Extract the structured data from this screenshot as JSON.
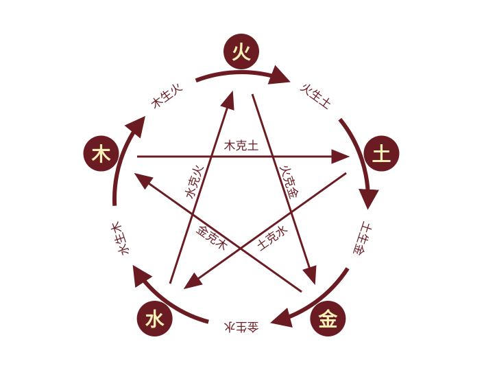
{
  "colors": {
    "primary": "#6b1c22",
    "node_text": "#fbf0b8",
    "background": "#ffffff"
  },
  "elements": [
    {
      "id": "fire",
      "label": "火"
    },
    {
      "id": "earth",
      "label": "土"
    },
    {
      "id": "metal",
      "label": "金"
    },
    {
      "id": "water",
      "label": "水"
    },
    {
      "id": "wood",
      "label": "木"
    }
  ],
  "generating": [
    {
      "from": "fire",
      "to": "earth",
      "label": "火生土"
    },
    {
      "from": "earth",
      "to": "metal",
      "label": "土生金"
    },
    {
      "from": "metal",
      "to": "water",
      "label": "金生水"
    },
    {
      "from": "water",
      "to": "wood",
      "label": "水生木"
    },
    {
      "from": "wood",
      "to": "fire",
      "label": "木生火"
    }
  ],
  "overcoming": [
    {
      "from": "wood",
      "to": "earth",
      "label": "木克土"
    },
    {
      "from": "earth",
      "to": "water",
      "label": "土克水"
    },
    {
      "from": "water",
      "to": "fire",
      "label": "水克火"
    },
    {
      "from": "fire",
      "to": "metal",
      "label": "火克金"
    },
    {
      "from": "metal",
      "to": "wood",
      "label": "金克木"
    }
  ]
}
